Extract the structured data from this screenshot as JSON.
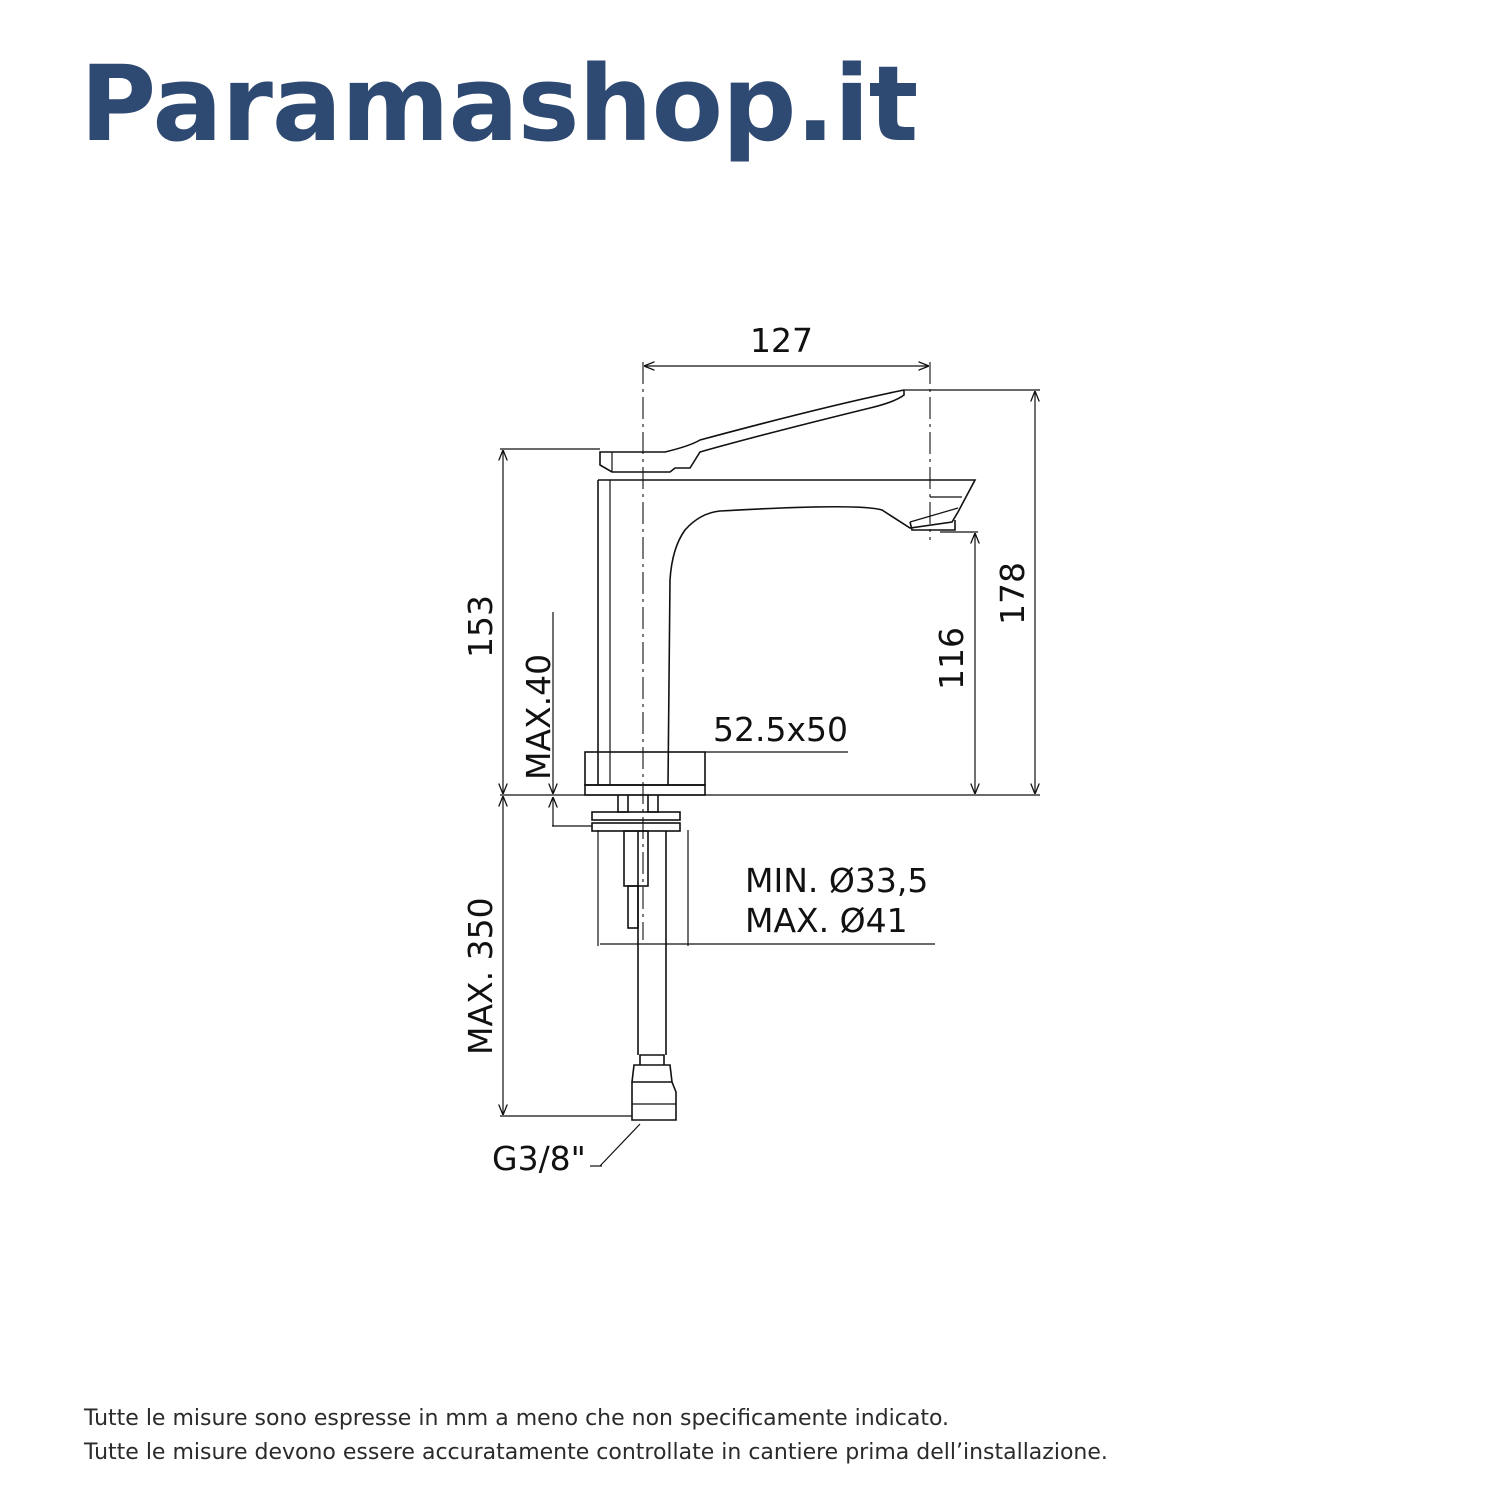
{
  "brand": {
    "name": "Paramashop.it",
    "color": "#2f4a72"
  },
  "dimensions": {
    "spout_reach": "127",
    "total_height": "178",
    "body_height": "153",
    "spout_height": "116",
    "deck_max_thickness": "MAX.40",
    "base_size": "52.5x50",
    "hole_min": "MIN. Ø33,5",
    "hole_max": "MAX. Ø41",
    "hose_length": "MAX. 350",
    "connection": "G3/8\""
  },
  "footer": {
    "line1": "Tutte le misure sono espresse in mm a meno che non specificamente indicato.",
    "line2": "Tutte le misure devono essere accuratamente controllate in cantiere prima dell’installazione."
  }
}
